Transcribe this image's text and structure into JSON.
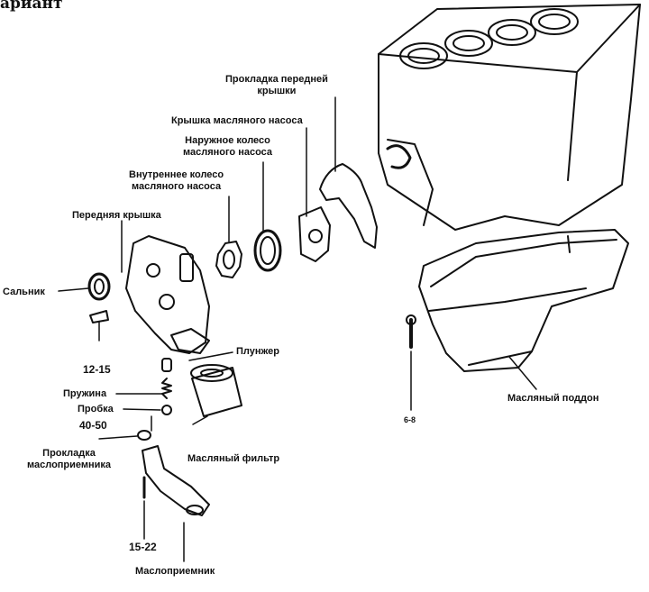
{
  "header_fragment": "ариант",
  "labels": {
    "gasket_front_cover": "Прокладка передней\nкрышки",
    "pump_cover": "Крышка масляного насоса",
    "outer_gear": "Наружное колесо\nмасляного насоса",
    "inner_gear": "Внутреннее колесо\nмасляного насоса",
    "front_cover": "Передняя крышка",
    "seal": "Сальник",
    "plunger": "Плунжер",
    "spring": "Пружина",
    "plug": "Пробка",
    "oil_filter": "Масляный фильтр",
    "strainer_gasket": "Прокладка\nмаслоприемника",
    "strainer": "Маслоприемник",
    "oil_pan": "Масляный поддон"
  },
  "torques": {
    "bolt_cover": "12-15",
    "plug": "40-50",
    "strainer_bolt": "15-22",
    "pan_bolt": "6-8"
  }
}
